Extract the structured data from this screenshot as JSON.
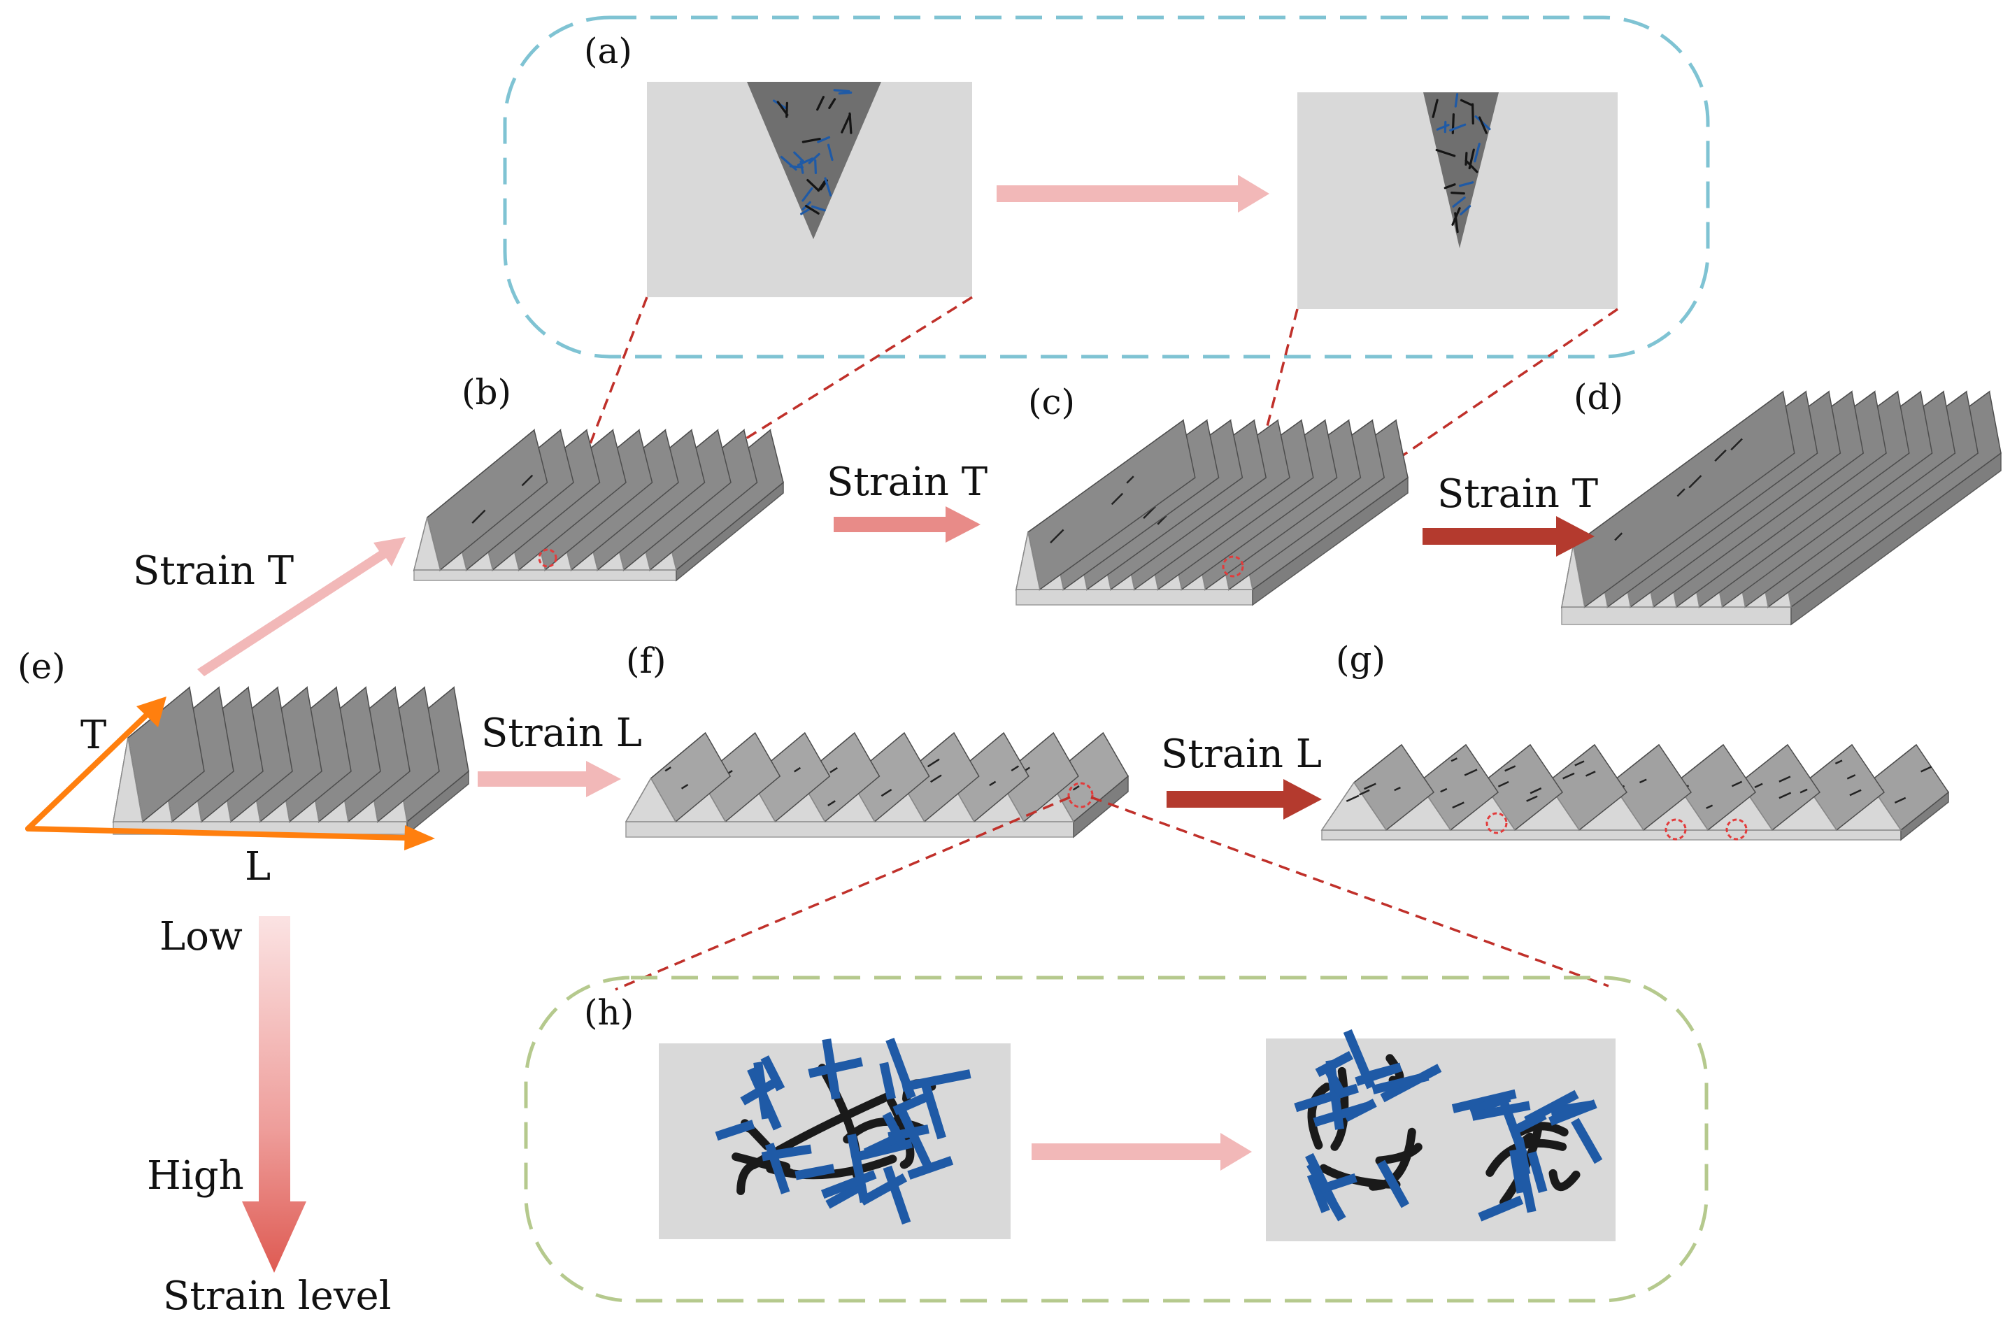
{
  "panels": {
    "a": "(a)",
    "b": "(b)",
    "c": "(c)",
    "d": "(d)",
    "e": "(e)",
    "f": "(f)",
    "g": "(g)",
    "h": "(h)"
  },
  "arrows": {
    "strain_t_to_b": "Strain T",
    "strain_t_b_to_c": "Strain T",
    "strain_t_c_to_d": "Strain T",
    "strain_l_e_to_f": "Strain L",
    "strain_l_f_to_g": "Strain L"
  },
  "axes": {
    "t": "T",
    "l": "L"
  },
  "strain_scale": {
    "low": "Low",
    "high": "High",
    "title": "Strain level"
  },
  "colors": {
    "light_arrow": "#f2b8b8",
    "medium_arrow": "#e88b88",
    "dark_arrow": "#b43a2e",
    "orange_axis": "#ff7f0e",
    "dash_blue": "#7fc3d3",
    "dash_green": "#b5c98d",
    "dash_red": "#c0302a",
    "flake_blue": "#1f5aa6",
    "flake_black": "#1a1a1a",
    "inset_gray": "#d9d9d9",
    "ridge_dark": "#6d6d6d",
    "ridge_light": "#d6d6d6"
  }
}
